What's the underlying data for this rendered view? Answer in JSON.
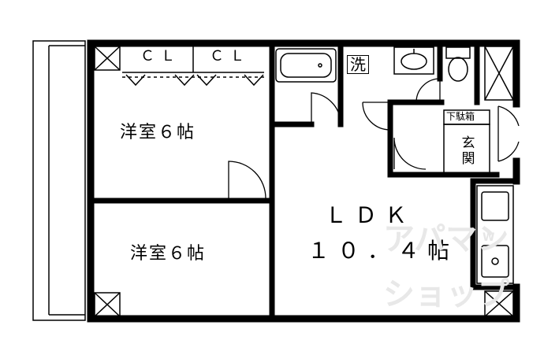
{
  "rooms": {
    "western_room_1": "洋室６帖",
    "western_room_2": "洋室６帖",
    "ldk_name": "ＬＤＫ",
    "ldk_size": "１０．４帖"
  },
  "closets": [
    "ＣＬ",
    "ＣＬ"
  ],
  "washroom": "洗",
  "shoe_box": "下駄箱",
  "entrance": "玄関",
  "watermark": {
    "line1": "アパマン",
    "line2": "ショップ",
    "mark": "W"
  }
}
